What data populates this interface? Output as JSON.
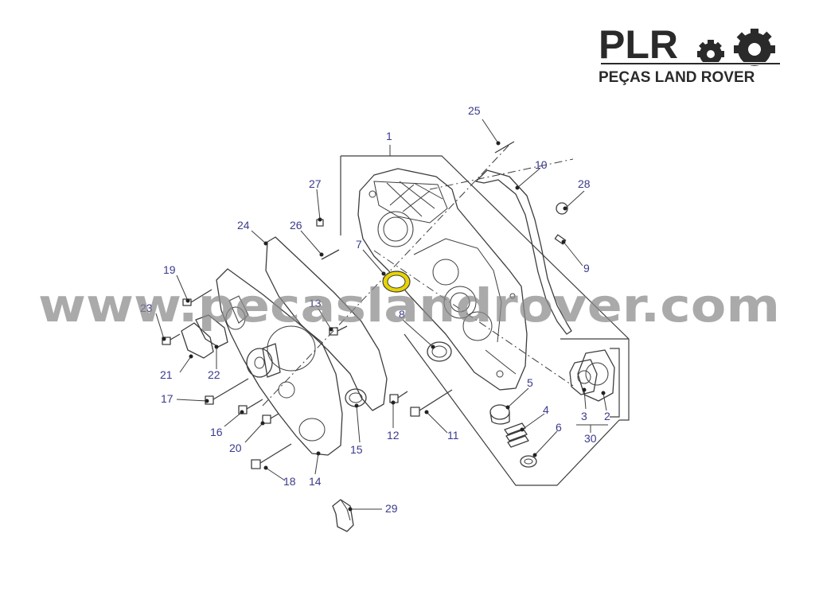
{
  "logo": {
    "brand": "PLR",
    "subtitle": "PEÇAS LAND ROVER",
    "icon": "gears-icon"
  },
  "watermark": "www.pecaslandrover.com",
  "callouts": [
    "1",
    "2",
    "3",
    "4",
    "5",
    "6",
    "7",
    "8",
    "9",
    "10",
    "11",
    "12",
    "13",
    "14",
    "15",
    "16",
    "17",
    "18",
    "19",
    "20",
    "21",
    "22",
    "23",
    "24",
    "25",
    "26",
    "27",
    "28",
    "29",
    "30"
  ],
  "highlight_color": "#e8d400",
  "label_color": "#3a3a8c"
}
